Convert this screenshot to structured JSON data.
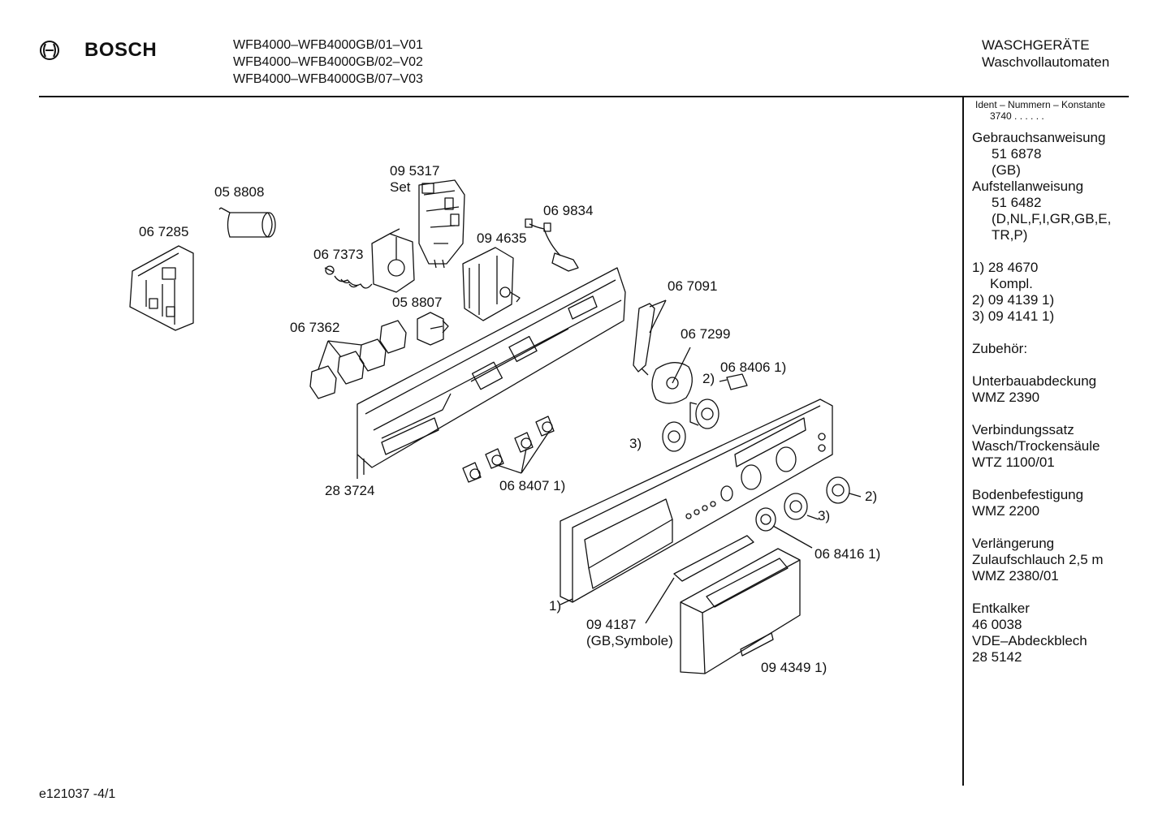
{
  "header": {
    "brand": "BOSCH",
    "models": [
      "WFB4000–WFB4000GB/01–V01",
      "WFB4000–WFB4000GB/02–V02",
      "WFB4000–WFB4000GB/07–V03"
    ],
    "category": "WASCHGERÄTE",
    "subcategory": "Waschvollautomaten"
  },
  "sidebar": {
    "ident_label": "Ident – Nummern – Konstante",
    "ident_value": "3740 . .   . . . .",
    "gebrauch_title": "Gebrauchsanweisung",
    "gebrauch_num": "51 6878",
    "gebrauch_lang": "(GB)",
    "aufstell_title": "Aufstellanweisung",
    "aufstell_num": "51 6482",
    "aufstell_lang1": "(D,NL,F,I,GR,GB,E,",
    "aufstell_lang2": "TR,P)",
    "note1": "1)  28 4670",
    "note1b": "Kompl.",
    "note2": "2)  09 4139 1)",
    "note3": "3)  09 4141 1)",
    "zubehoer": "Zubehör:",
    "unterbau_title": "Unterbauabdeckung",
    "unterbau_num": "WMZ 2390",
    "verbind_title": "Verbindungssatz",
    "verbind_sub": "Wasch/Trockensäule",
    "verbind_num": "WTZ 1100/01",
    "boden_title": "Bodenbefestigung",
    "boden_num": "WMZ 2200",
    "verl_title": "Verlängerung",
    "verl_sub": "Zulaufschlauch 2,5 m",
    "verl_num": "WMZ 2380/01",
    "entk_title": "Entkalker",
    "entk_num": "46 0038",
    "vde_title": "VDE–Abdeckblech",
    "vde_num": "28 5142"
  },
  "parts": {
    "p067285": "06 7285",
    "p058808": "05 8808",
    "p095317": "09 5317",
    "set": "Set",
    "p069834": "06 9834",
    "p067373": "06 7373",
    "p094635": "09 4635",
    "p058807": "05 8807",
    "p067362": "06 7362",
    "p067091": "06 7091",
    "p067299": "06 7299",
    "p068406": "06 8406 1)",
    "two_a": "2)",
    "three_a": "3)",
    "p283724": "28 3724",
    "p068407": "06 8407 1)",
    "two_b": "2)",
    "three_b": "3)",
    "p068416": "06 8416 1)",
    "one": "1)",
    "p094187": "09 4187",
    "gbsym": "(GB,Symbole)",
    "p094349": "09 4349 1)"
  },
  "footer": {
    "code": "e121037   -4/1"
  }
}
